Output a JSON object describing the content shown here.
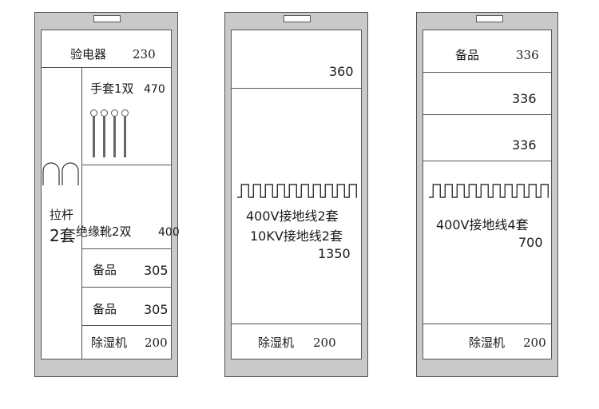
{
  "cabinet1": {
    "top_label": "验电器",
    "top_value": "230",
    "pole_label_top": "拉杆",
    "pole_label_bottom": "2套",
    "gloves_label": "手套1双",
    "gloves_value": "470",
    "boots_label": "绝缘靴2双",
    "boots_value": "400",
    "spare1_label": "备品",
    "spare1_value": "305",
    "spare2_label": "备品",
    "spare2_value": "305",
    "dehumid_label": "除湿机",
    "dehumid_value": "200"
  },
  "cabinet2": {
    "top_value": "360",
    "line1": "400V接地线2套",
    "line2": "10KV接地线2套",
    "line3": "1350",
    "dehumid_label": "除湿机",
    "dehumid_value": "200"
  },
  "cabinet3": {
    "spare_label": "备品",
    "shelf1_value": "336",
    "shelf2_value": "336",
    "shelf3_value": "336",
    "line1": "400V接地线4套",
    "line2": "700",
    "dehumid_label": "除湿机",
    "dehumid_value": "200"
  }
}
